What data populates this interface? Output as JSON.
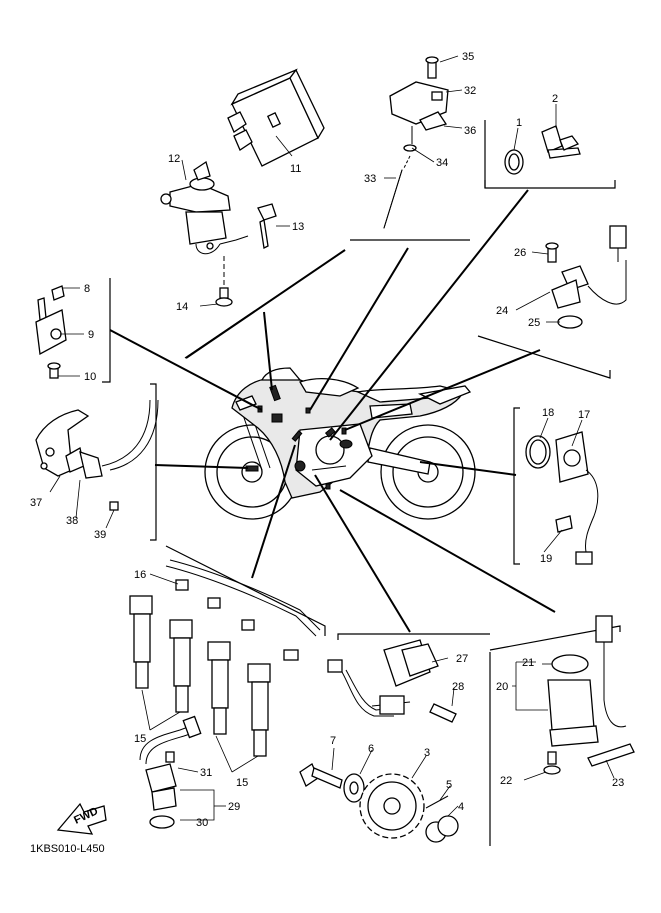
{
  "diagram_code": "1KBS010-L450",
  "fwd_label": "FWD",
  "callouts": [
    {
      "id": "c35",
      "text": "35"
    },
    {
      "id": "c32",
      "text": "32"
    },
    {
      "id": "c36",
      "text": "36"
    },
    {
      "id": "c34",
      "text": "34"
    },
    {
      "id": "c33",
      "text": "33"
    },
    {
      "id": "c11",
      "text": "11"
    },
    {
      "id": "c12",
      "text": "12"
    },
    {
      "id": "c13",
      "text": "13"
    },
    {
      "id": "c14",
      "text": "14"
    },
    {
      "id": "c1",
      "text": "1"
    },
    {
      "id": "c2",
      "text": "2"
    },
    {
      "id": "c26",
      "text": "26"
    },
    {
      "id": "c24",
      "text": "24"
    },
    {
      "id": "c25",
      "text": "25"
    },
    {
      "id": "c8",
      "text": "8"
    },
    {
      "id": "c9",
      "text": "9"
    },
    {
      "id": "c10",
      "text": "10"
    },
    {
      "id": "c18",
      "text": "18"
    },
    {
      "id": "c17",
      "text": "17"
    },
    {
      "id": "c19",
      "text": "19"
    },
    {
      "id": "c37",
      "text": "37"
    },
    {
      "id": "c38",
      "text": "38"
    },
    {
      "id": "c39",
      "text": "39"
    },
    {
      "id": "c16",
      "text": "16"
    },
    {
      "id": "c15a",
      "text": "15"
    },
    {
      "id": "c15b",
      "text": "15"
    },
    {
      "id": "c31",
      "text": "31"
    },
    {
      "id": "c29",
      "text": "29"
    },
    {
      "id": "c30",
      "text": "30"
    },
    {
      "id": "c27",
      "text": "27"
    },
    {
      "id": "c28",
      "text": "28"
    },
    {
      "id": "c7",
      "text": "7"
    },
    {
      "id": "c6",
      "text": "6"
    },
    {
      "id": "c3",
      "text": "3"
    },
    {
      "id": "c5",
      "text": "5"
    },
    {
      "id": "c4",
      "text": "4"
    },
    {
      "id": "c21",
      "text": "21"
    },
    {
      "id": "c20",
      "text": "20"
    },
    {
      "id": "c22",
      "text": "22"
    },
    {
      "id": "c23",
      "text": "23"
    }
  ]
}
